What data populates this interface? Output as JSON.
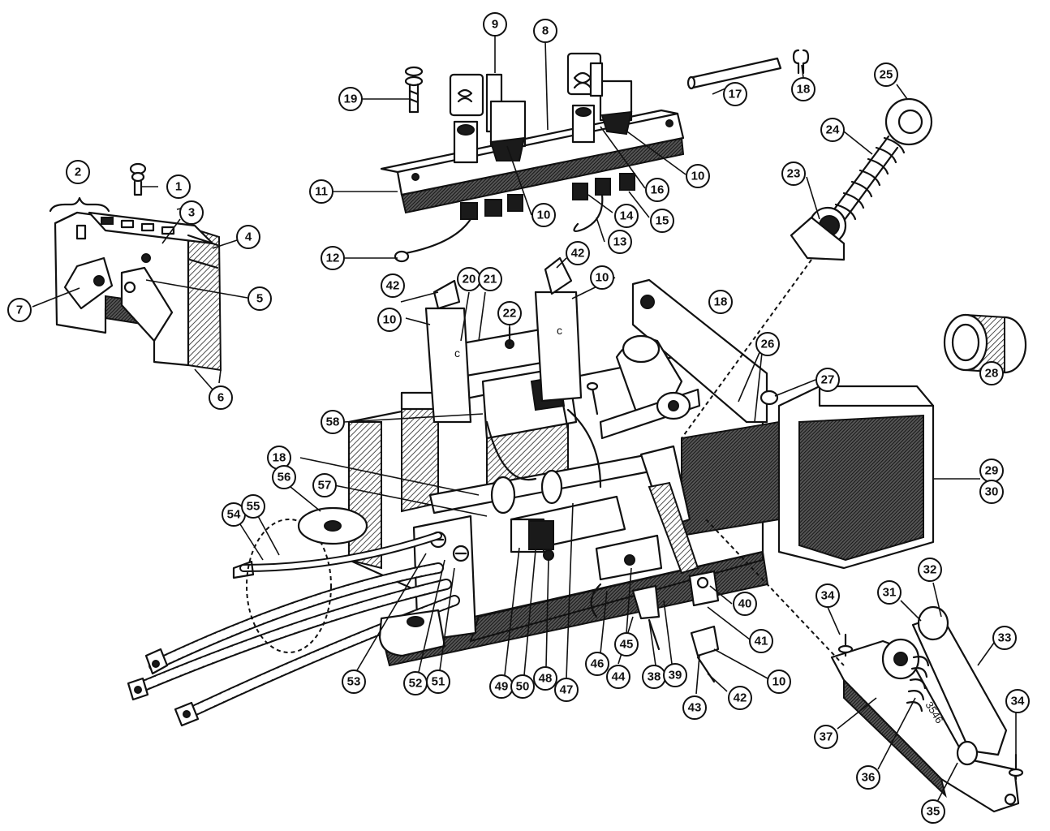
{
  "callouts": [
    {
      "label": "1"
    },
    {
      "label": "2"
    },
    {
      "label": "3"
    },
    {
      "label": "4"
    },
    {
      "label": "5"
    },
    {
      "label": "6"
    },
    {
      "label": "7"
    },
    {
      "label": "8"
    },
    {
      "label": "9"
    },
    {
      "label": "10"
    },
    {
      "label": "10"
    },
    {
      "label": "10"
    },
    {
      "label": "10"
    },
    {
      "label": "10"
    },
    {
      "label": "10"
    },
    {
      "label": "11"
    },
    {
      "label": "12"
    },
    {
      "label": "13"
    },
    {
      "label": "14"
    },
    {
      "label": "15"
    },
    {
      "label": "16"
    },
    {
      "label": "17"
    },
    {
      "label": "18"
    },
    {
      "label": "18"
    },
    {
      "label": "18"
    },
    {
      "label": "19"
    },
    {
      "label": "20"
    },
    {
      "label": "21"
    },
    {
      "label": "22"
    },
    {
      "label": "23"
    },
    {
      "label": "24"
    },
    {
      "label": "25"
    },
    {
      "label": "26"
    },
    {
      "label": "27"
    },
    {
      "label": "28"
    },
    {
      "label": "29"
    },
    {
      "label": "30"
    },
    {
      "label": "31"
    },
    {
      "label": "32"
    },
    {
      "label": "33"
    },
    {
      "label": "34"
    },
    {
      "label": "34"
    },
    {
      "label": "35"
    },
    {
      "label": "36"
    },
    {
      "label": "37"
    },
    {
      "label": "38"
    },
    {
      "label": "39"
    },
    {
      "label": "40"
    },
    {
      "label": "41"
    },
    {
      "label": "42"
    },
    {
      "label": "42"
    },
    {
      "label": "42"
    },
    {
      "label": "43"
    },
    {
      "label": "44"
    },
    {
      "label": "45"
    },
    {
      "label": "46"
    },
    {
      "label": "47"
    },
    {
      "label": "48"
    },
    {
      "label": "49"
    },
    {
      "label": "50"
    },
    {
      "label": "51"
    },
    {
      "label": "52"
    },
    {
      "label": "53"
    },
    {
      "label": "54"
    },
    {
      "label": "55"
    },
    {
      "label": "56"
    },
    {
      "label": "57"
    },
    {
      "label": "58"
    }
  ],
  "stamp": {
    "text": "3546"
  }
}
